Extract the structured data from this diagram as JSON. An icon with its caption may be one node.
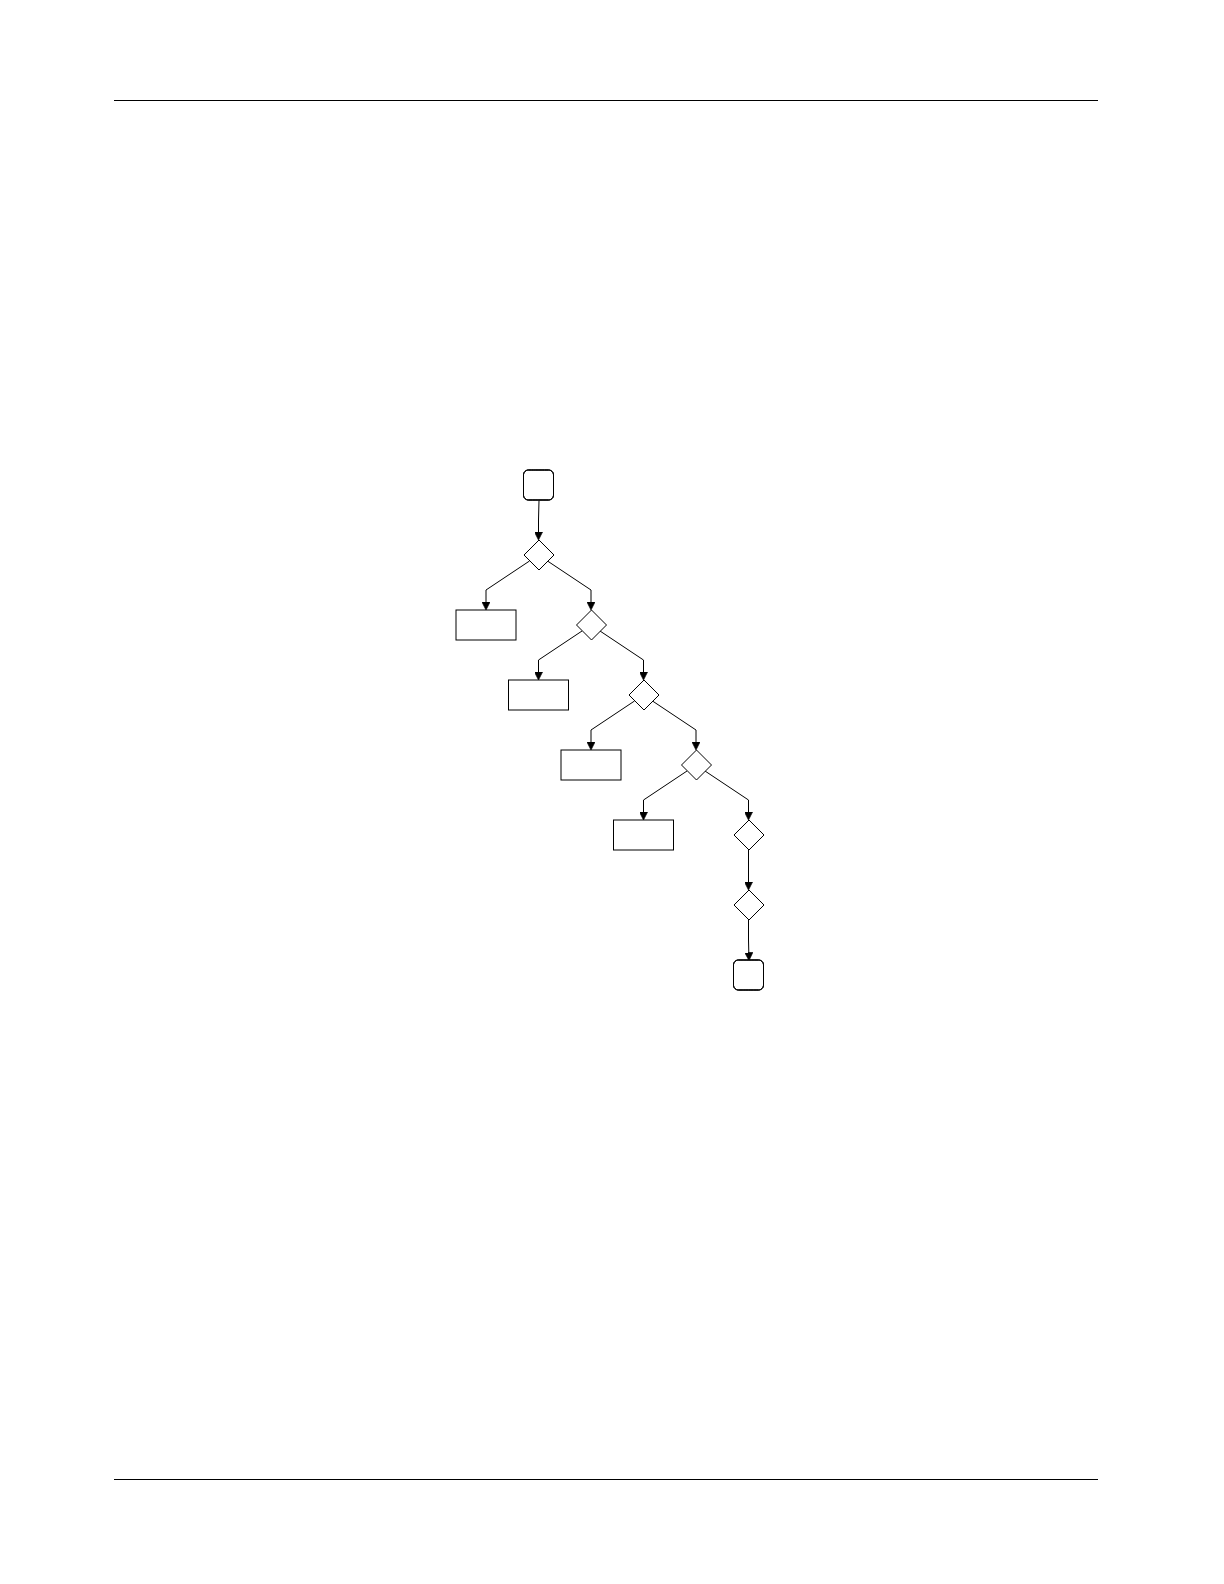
{
  "diagram": {
    "nodes": [
      {
        "text": [],
        "shape": "rounded"
      },
      {
        "text": [],
        "shape": "diamond"
      },
      {
        "text": [],
        "shape": "box"
      },
      {
        "text": [],
        "shape": "diamond"
      },
      {
        "text": [],
        "shape": "box"
      },
      {
        "text": [],
        "shape": "diamond"
      },
      {
        "text": [],
        "shape": "box"
      },
      {
        "text": [],
        "shape": "diamond"
      },
      {
        "text": [],
        "shape": "box"
      },
      {
        "text": [],
        "shape": "diamond"
      },
      {
        "text": [],
        "shape": "diamond"
      },
      {
        "text": [],
        "shape": "rounded"
      }
    ],
    "edges": [
      {
        "from": 0,
        "to": 1,
        "arrow": "to"
      },
      {
        "from": 1,
        "to": 2,
        "arrow": "to"
      },
      {
        "from": 1,
        "to": 3,
        "arrow": "to"
      },
      {
        "from": 3,
        "to": 4,
        "arrow": "to"
      },
      {
        "from": 3,
        "to": 5,
        "arrow": "to"
      },
      {
        "from": 5,
        "to": 6,
        "arrow": "to"
      },
      {
        "from": 5,
        "to": 7,
        "arrow": "to"
      },
      {
        "from": 7,
        "to": 8,
        "arrow": "to"
      },
      {
        "from": 7,
        "to": 9,
        "arrow": "to"
      },
      {
        "from": 9,
        "to": 10,
        "arrow": "to"
      },
      {
        "from": 10,
        "to": 11,
        "arrow": "to"
      }
    ]
  }
}
